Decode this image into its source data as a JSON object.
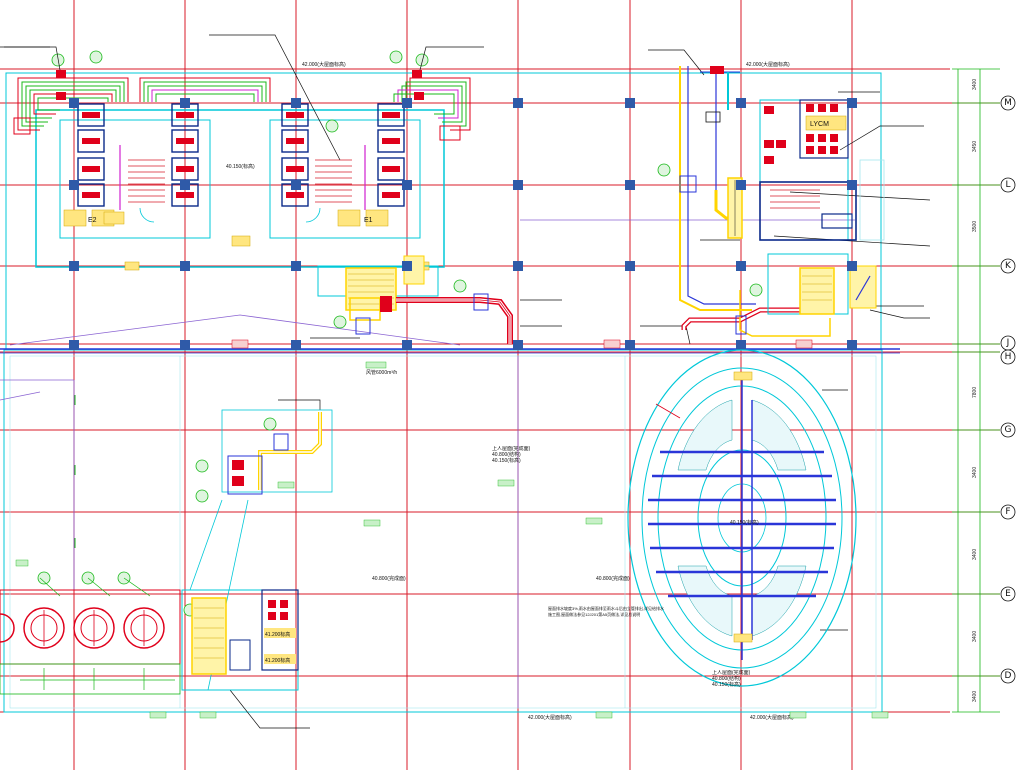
{
  "drawing": {
    "colors": {
      "grid": "#d81b2a",
      "wall": "#00c8d8",
      "duct_yellow": "#ffd400",
      "duct_red": "#e0001b",
      "green": "#18b818",
      "blue": "#2a36d8",
      "magenta": "#d020d0",
      "purple": "#8a63d2",
      "column": "#2f5aa8",
      "dark": "#0a2a8a"
    },
    "axes": [
      {
        "id": "M",
        "label": "M",
        "dim": "3400"
      },
      {
        "id": "L",
        "label": "L",
        "dim": "3450"
      },
      {
        "id": "K",
        "label": "K",
        "dim": "3500"
      },
      {
        "id": "J",
        "label": "J",
        "dim": ""
      },
      {
        "id": "H",
        "label": "H",
        "dim": "7800"
      },
      {
        "id": "G",
        "label": "G",
        "dim": "3400"
      },
      {
        "id": "F",
        "label": "F",
        "dim": "3400"
      },
      {
        "id": "E",
        "label": "E",
        "dim": "3400"
      },
      {
        "id": "D",
        "label": "D",
        "dim": "3400"
      }
    ],
    "elevation_labels": {
      "top_left": "42.000(大屋面标高)",
      "top_right": "42.000(大屋面标高)",
      "bottom_left": "42.000(大屋面标高)",
      "bottom_right": "42.000(大屋面标高)",
      "left_core": "40.150(标高)",
      "stage": "40.150(标高)",
      "mid_left": "40.800(完成面)",
      "mid_right": "40.800(完成面)",
      "left_room_1": "41.200标高",
      "left_room_2": "41.200标高"
    },
    "room_labels": {
      "e2": "E2",
      "e1": "E1",
      "lvcm": "LYCM"
    },
    "notes": {
      "center_block": "上人屋面(完成面)\n40.800(结构)\n40.150(标高)",
      "center_lower": "上人屋面(完成面)\n40.800(结构)\n40.150(标高)",
      "long_note": "屋面排水坡度3%,雨水由屋面排至雨水斗后由立管排出,详见给排水\n施工图,屋面做法参见12J201第A5页做法,详见总说明",
      "duct_speed": "风管6000m³/h"
    }
  }
}
